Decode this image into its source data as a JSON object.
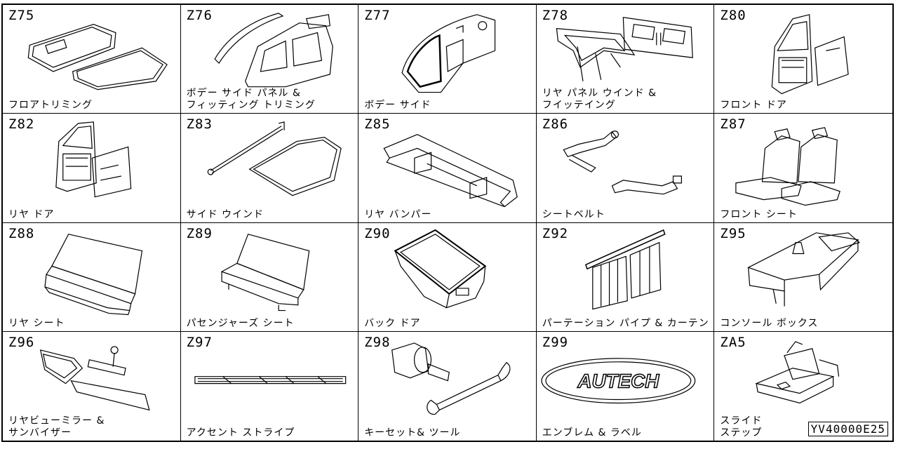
{
  "cells": [
    {
      "code": "Z75",
      "label": "フロアトリミング"
    },
    {
      "code": "Z76",
      "label": "ボデー サイド パネル &\nフィッティング トリミング"
    },
    {
      "code": "Z77",
      "label": "ボデー サイド"
    },
    {
      "code": "Z78",
      "label": "リヤ パネル ウインド &\nフイッテイング"
    },
    {
      "code": "Z80",
      "label": "フロント ドア"
    },
    {
      "code": "Z82",
      "label": "リヤ ドア"
    },
    {
      "code": "Z83",
      "label": "サイド ウインド"
    },
    {
      "code": "Z85",
      "label": "リヤ バンパー"
    },
    {
      "code": "Z86",
      "label": "シートベルト"
    },
    {
      "code": "Z87",
      "label": "フロント シート"
    },
    {
      "code": "Z88",
      "label": "リヤ シート"
    },
    {
      "code": "Z89",
      "label": "パセンジャーズ シート"
    },
    {
      "code": "Z90",
      "label": "バック ドア"
    },
    {
      "code": "Z92",
      "label": "パーテーション パイプ & カーテン"
    },
    {
      "code": "Z95",
      "label": "コンソール ボックス"
    },
    {
      "code": "Z96",
      "label": "リヤビューミラー &\nサンバイザー"
    },
    {
      "code": "Z97",
      "label": "アクセント ストライプ"
    },
    {
      "code": "Z98",
      "label": "キーセット& ツール"
    },
    {
      "code": "Z99",
      "label": "エンブレム & ラベル",
      "emblem_text": "AUTECH"
    },
    {
      "code": "ZA5",
      "label": "スライド\nステップ"
    }
  ],
  "reference_code": "YV40000E25"
}
